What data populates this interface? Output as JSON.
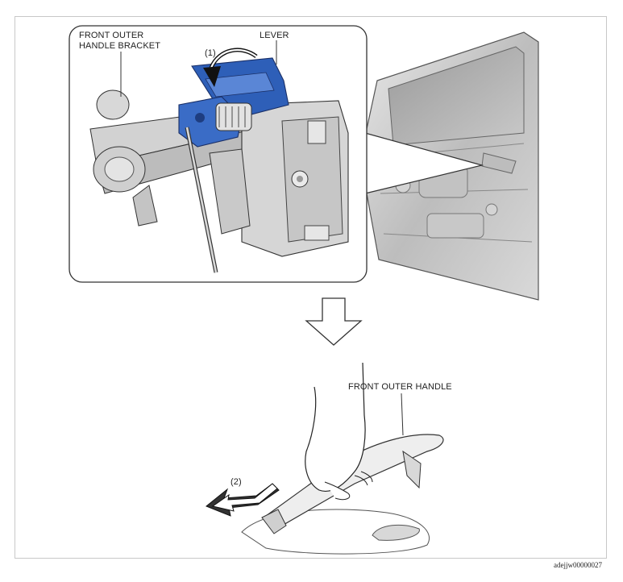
{
  "labels": {
    "bracket_line1": "FRONT OUTER",
    "bracket_line2": "HANDLE BRACKET",
    "lever": "LEVER",
    "step1": "(1)",
    "handle": "FRONT OUTER HANDLE",
    "step2": "(2)"
  },
  "figure_code": "adejjw00000027",
  "colors": {
    "lever_blue": "#2e5fb8",
    "part_gray": "#cfcfcf",
    "outline": "#333333",
    "frame_border": "#c8c8c8"
  }
}
